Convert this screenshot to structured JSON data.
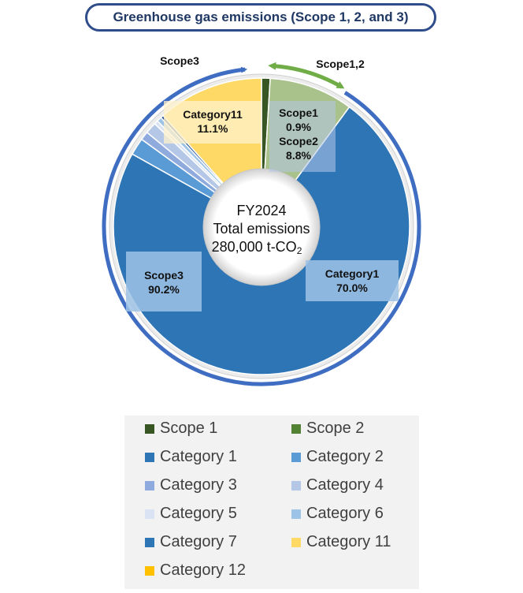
{
  "title": "Greenhouse gas emissions (Scope 1, 2, and 3)",
  "center_text": {
    "line1": "FY2024",
    "line2": "Total emissions",
    "line3_main": "280,000 t-CO",
    "line3_sub": "2"
  },
  "ring_labels": {
    "scope3": "Scope3",
    "scope12": "Scope1,2"
  },
  "colors": {
    "ring_blue": "#3e6dc2",
    "ring_green": "#70ad47",
    "title_border": "#2e4d8a"
  },
  "chart_data": {
    "type": "pie",
    "title": "Greenhouse gas emissions (Scope 1, 2, and 3)",
    "total": "280,000 t-CO2",
    "slices": [
      {
        "name": "Scope 1",
        "value": 0.9,
        "color": "#375623"
      },
      {
        "name": "Scope 2",
        "value": 8.8,
        "color": "#a9c18b"
      },
      {
        "name": "Category 1",
        "value": 70.0,
        "color": "#2e75b6"
      },
      {
        "name": "Category 2",
        "value": 1.8,
        "color": "#5b9bd5"
      },
      {
        "name": "Category 3",
        "value": 0.9,
        "color": "#8faadc"
      },
      {
        "name": "Category 4",
        "value": 1.2,
        "color": "#b4c7e7"
      },
      {
        "name": "Category 5",
        "value": 0.4,
        "color": "#dae3f3"
      },
      {
        "name": "Category 6",
        "value": 0.5,
        "color": "#9dc3e6"
      },
      {
        "name": "Category 7",
        "value": 0.3,
        "color": "#2f5597"
      },
      {
        "name": "Category 11",
        "value": 11.1,
        "color": "#ffd966"
      },
      {
        "name": "Category 12",
        "value": 0.0,
        "color": "#ffc000"
      }
    ],
    "labels": [
      {
        "name": "Category11",
        "text": "Category11",
        "value": "11.1%"
      },
      {
        "name": "Scope1",
        "text": "Scope1",
        "value": "0.9%"
      },
      {
        "name": "Scope2",
        "text": "Scope2",
        "value": "8.8%"
      },
      {
        "name": "Scope3",
        "text": "Scope3",
        "value": "90.2%"
      },
      {
        "name": "Category1",
        "text": "Category1",
        "value": "70.0%"
      }
    ],
    "legend": [
      {
        "label": "Scope 1",
        "color": "#375623"
      },
      {
        "label": "Scope 2",
        "color": "#548235"
      },
      {
        "label": "Category 1",
        "color": "#2e75b6"
      },
      {
        "label": "Category 2",
        "color": "#5b9bd5"
      },
      {
        "label": "Category 3",
        "color": "#8faadc"
      },
      {
        "label": "Category 4",
        "color": "#b4c7e7"
      },
      {
        "label": "Category 5",
        "color": "#dae3f3"
      },
      {
        "label": "Category 6",
        "color": "#9dc3e6"
      },
      {
        "label": "Category 7",
        "color": "#2e75b6"
      },
      {
        "label": "Category 11",
        "color": "#ffd966"
      },
      {
        "label": "Category 12",
        "color": "#ffc000"
      }
    ]
  }
}
